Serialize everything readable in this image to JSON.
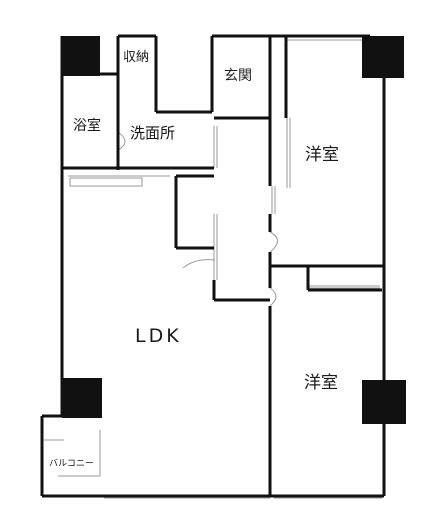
{
  "colors": {
    "wall": "#111111",
    "column": "#111111",
    "thin_line": "#9a9a9a",
    "window": "#8c8c8c",
    "label": "#1a1a1a",
    "background": "#ffffff"
  },
  "rooms": {
    "storage": "収納",
    "entrance": "玄関",
    "bath": "浴室",
    "washroom": "洗面所",
    "western_room_north": "洋室",
    "western_room_south": "洋室",
    "ldk": "LDK",
    "balcony": "バルコニー"
  }
}
